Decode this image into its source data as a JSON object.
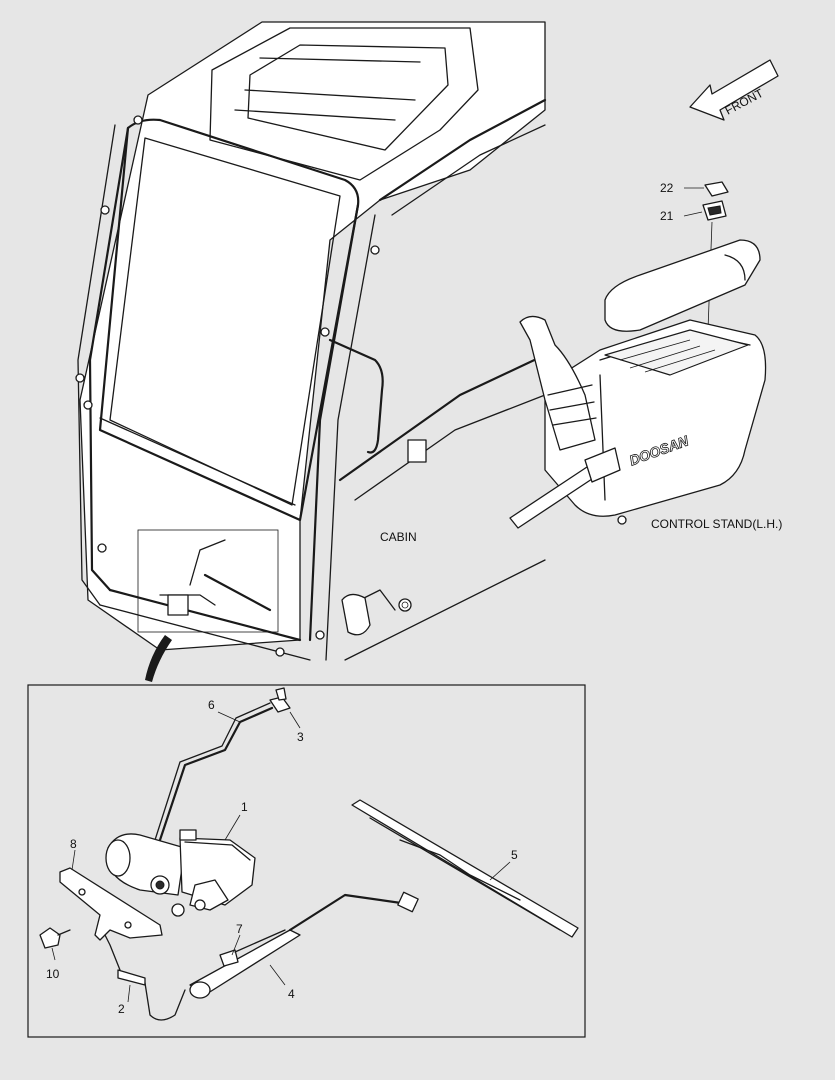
{
  "labels": {
    "front": "FRONT",
    "cabin": "CABIN",
    "control_stand": "CONTROL STAND(L.H.)",
    "brand": "DOOSAN"
  },
  "callouts": {
    "p1": "1",
    "p2": "2",
    "p3": "3",
    "p4": "4",
    "p5": "5",
    "p6": "6",
    "p7": "7",
    "p8": "8",
    "p10": "10",
    "p21": "21",
    "p22": "22"
  }
}
